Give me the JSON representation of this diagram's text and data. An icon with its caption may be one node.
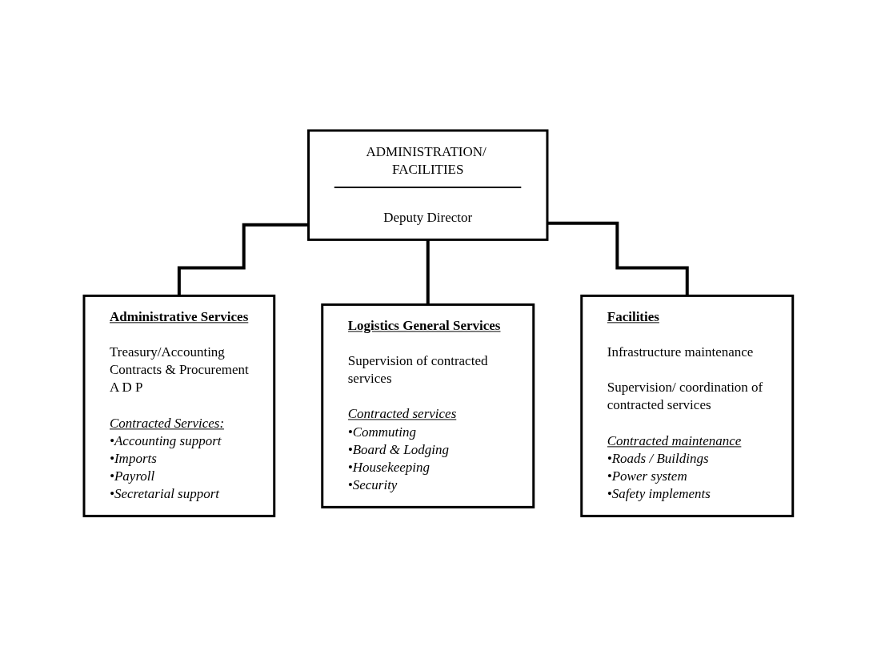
{
  "diagram": {
    "nodes": [
      {
        "text": [
          "ADMINISTRATION/ FACILITIES",
          "Deputy Director"
        ]
      },
      {
        "text": [
          "Administrative Services",
          "Treasury/Accounting",
          "Contracts & Procurement",
          "A D P",
          "Contracted Services:",
          "•Accounting support",
          "•Imports",
          "•Payroll",
          "•Secretarial support"
        ]
      },
      {
        "text": [
          "Logistics General Services",
          "Supervision of contracted services",
          "Contracted services",
          "•Commuting",
          "•Board & Lodging",
          "•Housekeeping",
          "•Security"
        ]
      },
      {
        "text": [
          "Facilities",
          "Infrastructure maintenance",
          "Supervision/ coordination of contracted services",
          "Contracted maintenance",
          "•Roads / Buildings",
          "•Power system",
          "•Safety implements"
        ]
      }
    ],
    "edges": [
      {
        "from": 0,
        "to": 1,
        "arrow": "none"
      },
      {
        "from": 0,
        "to": 2,
        "arrow": "none"
      },
      {
        "from": 0,
        "to": 3,
        "arrow": "none"
      }
    ]
  }
}
